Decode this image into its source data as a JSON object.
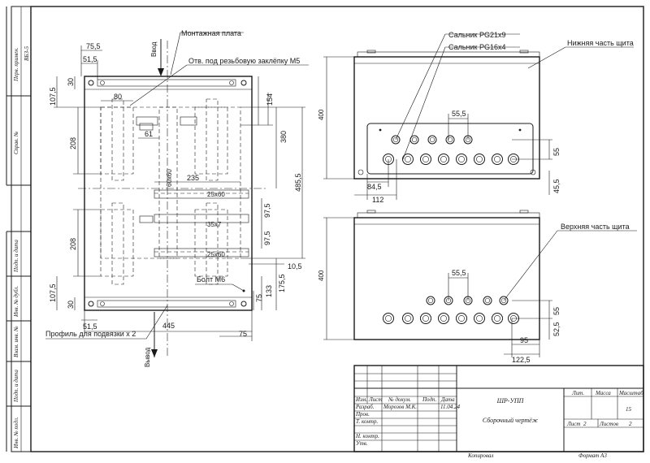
{
  "labels": {
    "mounting_plate": "Монтажная плата",
    "input": "Ввод",
    "output": "Вывод",
    "thread_hole": "Отв. под резьбовую заклёпку М5",
    "bolt": "Болт М6",
    "profile": "Профиль для подвязки х 2",
    "gland_pg21": "Сальник PG21x9",
    "gland_pg16": "Сальник PG16x4",
    "lower_part": "Нижняя часть щита",
    "upper_part": "Верхняя часть щита",
    "rail_25x60_a": "25х60",
    "rail_35x7": "35х7",
    "rail_25x60_b": "25х60",
    "rail_60x60": "60х60"
  },
  "dims": {
    "d75_5": "75,5",
    "d51_5_top": "51,5",
    "d30_top": "30",
    "d107_5_top": "107,5",
    "d80": "80",
    "d61": "61",
    "d208_top": "208",
    "d154": "154",
    "d380": "380",
    "d485_5": "485,5",
    "d235": "235",
    "d97_5_a": "97,5",
    "d97_5_b": "97,5",
    "d10_5": "10,5",
    "d175_5": "175,5",
    "d133": "133",
    "d75_r": "75",
    "d208_bot": "208",
    "d107_5_bot": "107,5",
    "d30_bot": "30",
    "d51_5_bot": "51,5",
    "d445": "445",
    "d75_bot": "75",
    "d400_top": "400",
    "d55_5_top": "55,5",
    "d55_top": "55",
    "d84_5": "84,5",
    "d112": "112",
    "d45_5": "45,5",
    "d400_bot": "400",
    "d55_5_bot": "55,5",
    "d55_bot": "55",
    "d52_5": "52,5",
    "d95": "95",
    "d122_5": "122,5"
  },
  "side_stamp": {
    "perv_primen": "Перв. примен.",
    "code": "ВБЗ-5",
    "sprav": "Справ. №",
    "podp_data_1": "Подп. и дата",
    "inv_dubl": "Инв. № дубл.",
    "vzam_inv": "Взам. инв. №",
    "podp_data_2": "Подп. и дата",
    "inv_podl": "Инв. № подл."
  },
  "title_block": {
    "izm": "Изм.",
    "list": "Лист",
    "n_dokum": "№ докум.",
    "podp": "Подп.",
    "data": "Дата",
    "razrab": "Разраб.",
    "razrab_name": "Морозов М.К.",
    "razrab_date": "11.04.24",
    "prov": "Пров.",
    "t_kontr": "Т. контр.",
    "n_kontr": "Н. контр.",
    "utv": "Утв.",
    "designation": "ШР-УПП",
    "doc_name": "Сборочный чертёж",
    "lit": "Лит.",
    "massa": "Масса",
    "masshtab": "Масштаб",
    "scale_value": "15",
    "sheet_label": "Лист",
    "sheet_value": "2",
    "sheets_label": "Листов",
    "sheets_value": "2",
    "copied": "Копировал",
    "format": "Формат А3"
  }
}
